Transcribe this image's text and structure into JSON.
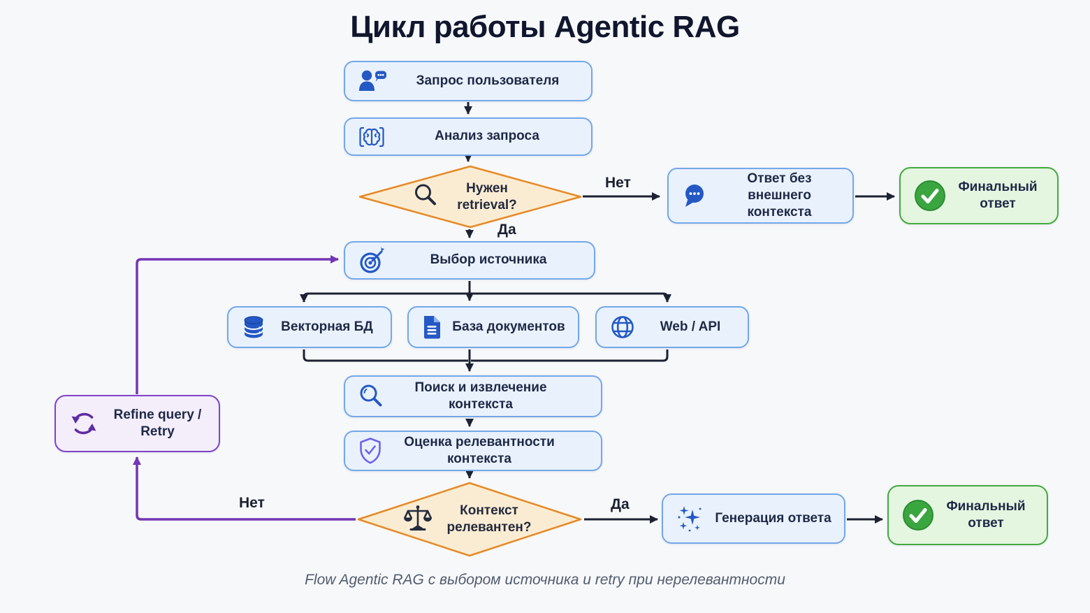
{
  "title": "Цикл работы Agentic RAG",
  "caption": "Flow Agentic RAG с выбором источника и retry при нерелевантности",
  "nodes": {
    "user_query": "Запрос пользователя",
    "analyze_query": "Анализ запроса",
    "need_retrieval": "Нужен retrieval?",
    "answer_without_context": "Ответ без внешнего контекста",
    "final_answer_top": "Финальный ответ",
    "choose_source": "Выбор источника",
    "vector_db": "Векторная БД",
    "document_db": "База документов",
    "web_api": "Web / API",
    "search_extract": "Поиск и извлечение контекста",
    "relevance_check": "Оценка релевантности контекста",
    "context_relevant": "Контекст релевантен?",
    "generate_answer": "Генерация ответа",
    "final_answer_bottom": "Финальный ответ",
    "refine_retry": "Refine query / Retry"
  },
  "edge_labels": {
    "no_top": "Нет",
    "yes_top": "Да",
    "yes_bottom": "Да",
    "no_bottom": "Нет"
  },
  "icons": {
    "user_query": "user-chat-icon",
    "analyze_query": "brain-icon",
    "need_retrieval": "magnifier-icon",
    "answer_without_context": "chat-bubble-icon",
    "final_answer": "check-circle-icon",
    "choose_source": "target-icon",
    "vector_db": "database-icon",
    "document_db": "document-icon",
    "web_api": "globe-icon",
    "search_extract": "magnifier-icon",
    "relevance_check": "shield-check-icon",
    "context_relevant": "scales-icon",
    "generate_answer": "sparkles-icon",
    "refine_retry": "refresh-icon"
  },
  "colors": {
    "bg": "#f7f8fa",
    "node_fill": "#e9f2fc",
    "node_border": "#74a7e8",
    "diamond_fill": "#faecd3",
    "diamond_border": "#e68a26",
    "green_fill": "#e4f6e0",
    "green_border": "#45a940",
    "purple_fill": "#f4edfa",
    "purple_border": "#7e44c8",
    "arrow": "#1c2233",
    "purple_arrow": "#7336b4",
    "icon_blue": "#2458c5",
    "icon_dark": "#242b3d",
    "icon_indigo": "#6f62e8",
    "icon_green": "#3aa63f",
    "icon_purple": "#5d2da0"
  }
}
